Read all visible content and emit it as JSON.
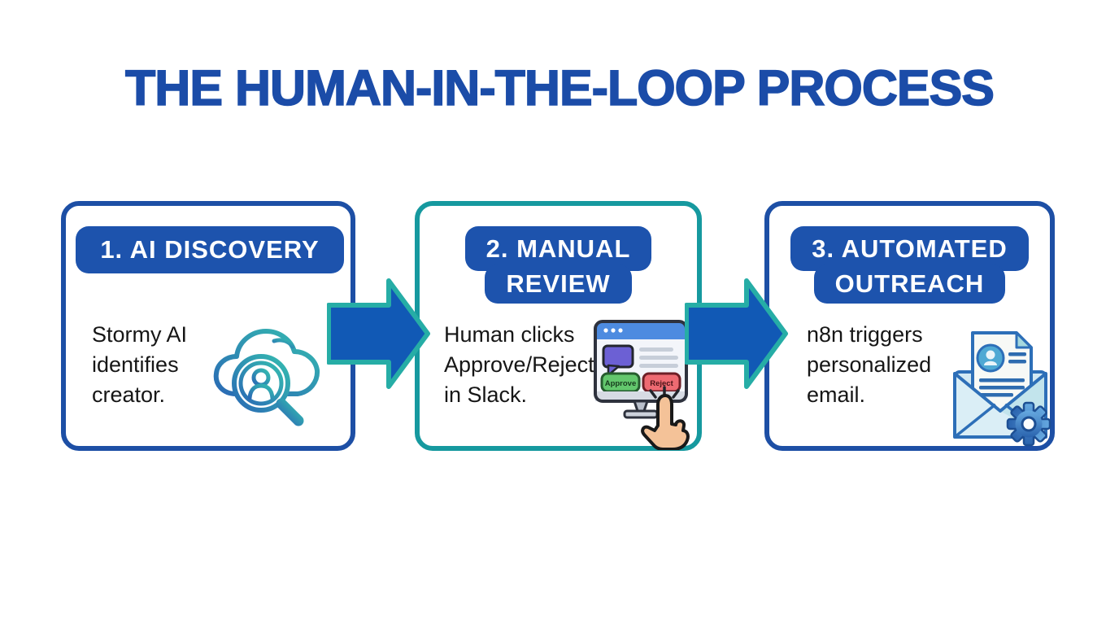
{
  "title": "THE HUMAN-IN-THE-LOOP PROCESS",
  "steps": [
    {
      "badge_lines": [
        "1. AI DISCOVERY"
      ],
      "body": [
        "Stormy AI",
        "identifies",
        "creator."
      ],
      "icon": "cloud-user-search-icon"
    },
    {
      "badge_lines": [
        "2. MANUAL",
        "REVIEW"
      ],
      "body": [
        "Human clicks",
        "Approve/Reject",
        "in Slack."
      ],
      "icon": "monitor-approve-reject-click-icon",
      "screen_buttons": {
        "approve": "Approve",
        "reject": "Reject"
      }
    },
    {
      "badge_lines": [
        "3. AUTOMATED",
        "OUTREACH"
      ],
      "body": [
        "n8n triggers",
        "personalized",
        "email."
      ],
      "icon": "email-document-gear-icon"
    }
  ],
  "colors": {
    "title_blue": "#1b4ca8",
    "badge_blue": "#1d53ad",
    "card_border_blue": "#1d4fa5",
    "card_border_teal": "#16999f",
    "arrow_fill": "#1159b5",
    "arrow_outline": "#26ada6",
    "icon_gradient_start": "#2a6ab5",
    "icon_gradient_end": "#35bcb0",
    "approve_green": "#63c76d",
    "reject_red": "#ee6a72",
    "bubble_purple": "#6c60d4",
    "hand_skin": "#f4c298",
    "background": "#ffffff"
  }
}
